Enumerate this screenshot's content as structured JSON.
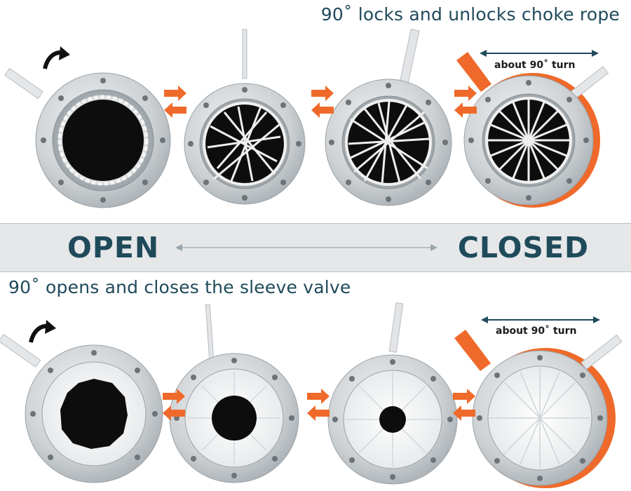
{
  "top_caption": "90˚ locks and unlocks choke rope",
  "bottom_caption": "90˚ opens and closes the sleeve valve",
  "state_open": "OPEN",
  "state_closed": "CLOSED",
  "turn_label_top": "about 90˚ turn",
  "turn_label_bottom": "about 90˚ turn",
  "colors": {
    "accent_orange": "#ef6a2a",
    "text_navy": "#1f4a5a",
    "band_gray": "#e5e7e9",
    "metal": "#c9cdd0"
  },
  "icons": [
    "rotate-arrow-icon",
    "swap-arrows-icon",
    "double-headed-arrow-icon"
  ]
}
